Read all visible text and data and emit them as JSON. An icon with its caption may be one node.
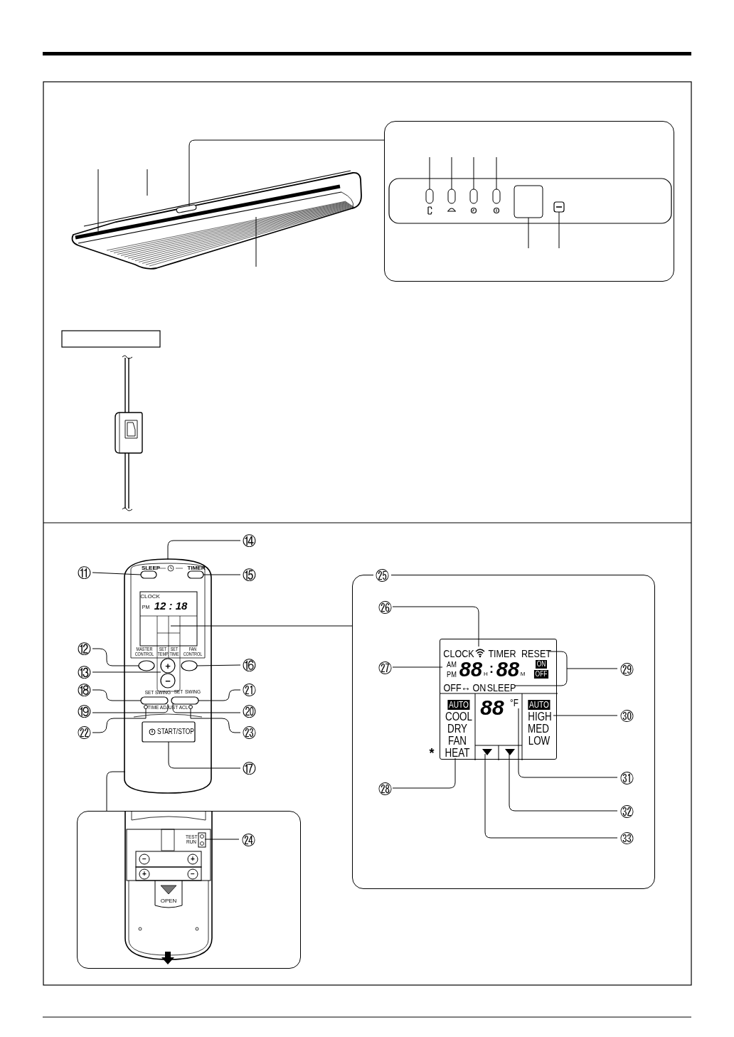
{
  "diagram": {
    "nodes": [
      {
        "text": [],
        "shape": "picture"
      },
      {
        "text": [],
        "shape": "box"
      },
      {
        "text": [
          "⑭"
        ]
      },
      {
        "text": [
          "⑪"
        ]
      },
      {
        "text": [
          "⑮"
        ]
      },
      {
        "text": [
          "SLEEP",
          "TIMER",
          "CLOCK",
          "PM",
          "12 : 18",
          "MASTER CONTROL",
          "SET TEMP.",
          "SET TIME",
          "FAN CONTROL",
          "+",
          "−",
          "SET",
          "SWING",
          "SET",
          "SWING",
          "TIME ADJUST",
          "ACL",
          "START/STOP"
        ]
      },
      {
        "text": [
          "㉕"
        ]
      },
      {
        "text": [
          "㉖"
        ],
        "in": 6
      },
      {
        "text": [
          "⑫"
        ]
      },
      {
        "text": [
          "⑬"
        ]
      },
      {
        "text": [
          "⑯"
        ]
      },
      {
        "text": [
          "㉗"
        ],
        "in": 6
      },
      {
        "text": [
          "CLOCK",
          "TIMER",
          "RESET",
          "AM",
          "PM",
          "88",
          "H",
          ":",
          "88",
          "M",
          "ON",
          "OFF",
          "OFF",
          "↔",
          "ON",
          "SLEEP",
          "AUTO",
          "COOL",
          "DRY",
          "FAN",
          "HEAT",
          "88",
          "°F",
          "AUTO",
          "HIGH",
          "MED",
          "LOW"
        ],
        "beside": [
          "*"
        ],
        "in": 6
      },
      {
        "text": [
          "㉙"
        ],
        "in": 6
      },
      {
        "text": [
          "⑱"
        ]
      },
      {
        "text": [
          "㉑"
        ]
      },
      {
        "text": [
          "⑲"
        ]
      },
      {
        "text": [
          "⑳"
        ]
      },
      {
        "text": [
          "㉚"
        ],
        "in": 6
      },
      {
        "text": [
          "㉒"
        ]
      },
      {
        "text": [
          "㉓"
        ]
      },
      {
        "text": [
          "⑰"
        ]
      },
      {
        "text": [
          "㉛"
        ],
        "in": 6
      },
      {
        "text": [
          "㉘"
        ],
        "in": 6
      },
      {
        "text": [
          "㉜"
        ],
        "in": 6
      },
      {
        "text": [],
        "shape": "box"
      },
      {
        "text": [
          "TEST RUN",
          "−",
          "+",
          "+",
          "−",
          "OPEN"
        ],
        "in": 25
      },
      {
        "text": [
          "㉔"
        ],
        "in": 25
      },
      {
        "text": [
          "㉝"
        ],
        "in": 6
      }
    ],
    "edges": [
      {
        "from": 0,
        "to": 1,
        "arrow": "none"
      },
      {
        "from": 2,
        "to": 5,
        "arrow": "none"
      },
      {
        "from": 3,
        "to": 5,
        "arrow": "none"
      },
      {
        "from": 4,
        "to": 5,
        "arrow": "none"
      },
      {
        "from": 5,
        "to": 6,
        "arrow": "none"
      },
      {
        "from": 7,
        "to": 12,
        "arrow": "none"
      },
      {
        "from": 8,
        "to": 5,
        "arrow": "none"
      },
      {
        "from": 9,
        "to": 5,
        "arrow": "none"
      },
      {
        "from": 10,
        "to": 5,
        "arrow": "none"
      },
      {
        "from": 11,
        "to": 12,
        "arrow": "none"
      },
      {
        "from": 13,
        "to": 12,
        "arrow": "none"
      },
      {
        "from": 14,
        "to": 5,
        "arrow": "none"
      },
      {
        "from": 15,
        "to": 5,
        "arrow": "none"
      },
      {
        "from": 16,
        "to": 5,
        "arrow": "none"
      },
      {
        "from": 17,
        "to": 5,
        "arrow": "none"
      },
      {
        "from": 18,
        "to": 12,
        "arrow": "none"
      },
      {
        "from": 19,
        "to": 5,
        "arrow": "none"
      },
      {
        "from": 20,
        "to": 5,
        "arrow": "none"
      },
      {
        "from": 21,
        "to": 5,
        "arrow": "none"
      },
      {
        "from": 22,
        "to": 12,
        "arrow": "none"
      },
      {
        "from": 23,
        "to": 12,
        "arrow": "none"
      },
      {
        "from": 24,
        "to": 12,
        "arrow": "none"
      },
      {
        "from": 5,
        "to": 25,
        "arrow": "none"
      },
      {
        "from": 27,
        "to": 26,
        "arrow": "none"
      },
      {
        "from": 28,
        "to": 12,
        "arrow": "none"
      }
    ]
  }
}
